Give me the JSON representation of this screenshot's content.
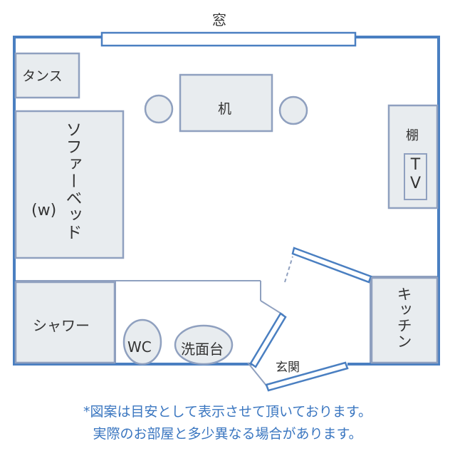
{
  "labels": {
    "window": "窓",
    "wardrobe": "タンス",
    "desk": "机",
    "sofa_bed": "ソファーベッド",
    "sofa_bed_size": "(w)",
    "shelf": "棚",
    "tv": "TV",
    "kitchen": "キッチン",
    "shower": "シャワー",
    "wc": "WC",
    "washstand": "洗面台",
    "entrance": "玄関"
  },
  "notes": {
    "line1": "*図案は目安として表示させて頂いております。",
    "line2": "実際のお部屋と多少異なる場合があります。"
  },
  "colors": {
    "wall": "#4a7fc1",
    "furniture_fill": "#e8ecef",
    "furniture_stroke": "#8fa0bf",
    "note_text": "#3a76c0"
  }
}
